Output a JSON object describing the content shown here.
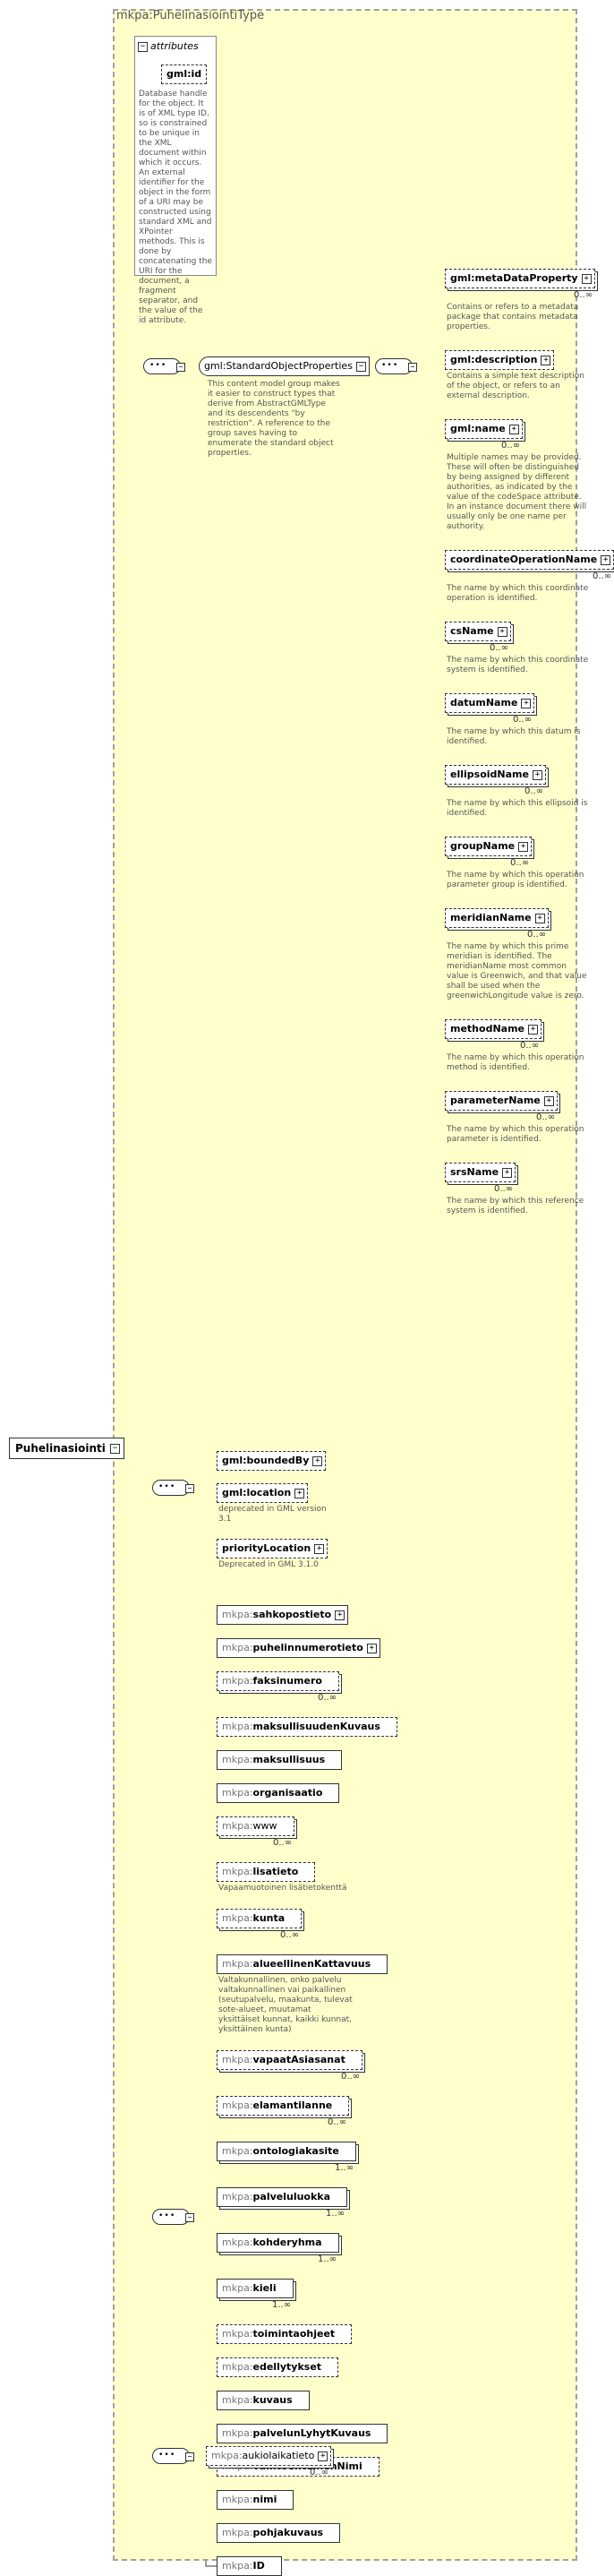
{
  "type_title": "mkpa:PuhelinasiointiType",
  "root_element": "Puhelinasiointi",
  "attributes": {
    "header": "attributes",
    "items": [
      {
        "name": "gml:id",
        "description": "Database handle for the object.  It is of XML type ID, so is constrained to be unique in the XML document within which it occurs.  An external identifier for the object in the form of a URI may be constructed using standard XML and XPointer methods.  This is done by concatenating the URI for the document, a fragment separator, and the value of the id attribute."
      }
    ]
  },
  "standard_group": {
    "name": "gml:StandardObjectProperties",
    "description": "This content model group makes it easier to construct types that derive from AbstractGMLType and its descendents \"by restriction\". A reference to the group saves having to enumerate the standard object properties.",
    "elements": [
      {
        "name": "gml:metaDataProperty",
        "card": "0..∞",
        "optional": true,
        "expand": true,
        "description": "Contains or refers to a metadata package that contains metadata properties."
      },
      {
        "name": "gml:description",
        "card": "",
        "optional": true,
        "expand": true,
        "description": "Contains a simple text description of the object, or refers to an external description."
      },
      {
        "name": "gml:name",
        "card": "0..∞",
        "optional": true,
        "expand": true,
        "description": "Multiple names may be provided.  These will often be distinguished by being assigned by different authorities, as indicated by the value of the codeSpace attribute.  In an instance document there will usually only be one name per authority."
      },
      {
        "name": "coordinateOperationName",
        "card": "0..∞",
        "optional": true,
        "expand": true,
        "description": "The name by which this coordinate operation is identified."
      },
      {
        "name": "csName",
        "card": "0..∞",
        "optional": true,
        "expand": true,
        "description": "The name by which this coordinate system is identified."
      },
      {
        "name": "datumName",
        "card": "0..∞",
        "optional": true,
        "expand": true,
        "description": "The name by which this datum is identified."
      },
      {
        "name": "ellipsoidName",
        "card": "0..∞",
        "optional": true,
        "expand": true,
        "description": "The name by which this ellipsoid is identified."
      },
      {
        "name": "groupName",
        "card": "0..∞",
        "optional": true,
        "expand": true,
        "description": "The name by which this operation parameter group is identified."
      },
      {
        "name": "meridianName",
        "card": "0..∞",
        "optional": true,
        "expand": true,
        "description": "The name by which this prime meridian is identified. The meridianName most common value is Greenwich, and that value shall be used when the greenwichLongitude value is zero."
      },
      {
        "name": "methodName",
        "card": "0..∞",
        "optional": true,
        "expand": true,
        "description": "The name by which this operation method is identified."
      },
      {
        "name": "parameterName",
        "card": "0..∞",
        "optional": true,
        "expand": true,
        "description": "The name by which this operation parameter is identified."
      },
      {
        "name": "srsName",
        "card": "0..∞",
        "optional": true,
        "expand": true,
        "description": "The name by which this reference system is identified."
      }
    ]
  },
  "second_seq": [
    {
      "name": "gml:boundedBy",
      "card": "",
      "optional": true,
      "expand": true,
      "description": ""
    },
    {
      "name": "gml:location",
      "card": "",
      "optional": true,
      "expand": true,
      "description": "deprecated in GML version 3.1"
    },
    {
      "name": "priorityLocation",
      "card": "",
      "optional": true,
      "expand": true,
      "description": "Deprecated in GML 3.1.0"
    }
  ],
  "mkpa_seq": [
    {
      "pfx": "mkpa:",
      "name": "sahkopostieto",
      "card": "",
      "optional": false,
      "bold": true,
      "expand": true,
      "description": ""
    },
    {
      "pfx": "mkpa:",
      "name": "puhelinnumerotieto",
      "card": "",
      "optional": false,
      "bold": true,
      "expand": true,
      "description": ""
    },
    {
      "pfx": "mkpa:",
      "name": "faksinumero",
      "card": "0..∞",
      "optional": true,
      "bold": true,
      "expand": false,
      "description": ""
    },
    {
      "pfx": "mkpa:",
      "name": "maksullisuudenKuvaus",
      "card": "",
      "optional": true,
      "bold": true,
      "expand": false,
      "description": ""
    },
    {
      "pfx": "mkpa:",
      "name": "maksullisuus",
      "card": "",
      "optional": false,
      "bold": true,
      "expand": false,
      "description": ""
    },
    {
      "pfx": "mkpa:",
      "name": "organisaatio",
      "card": "",
      "optional": false,
      "bold": true,
      "expand": false,
      "description": ""
    },
    {
      "pfx": "mkpa:",
      "name": "www",
      "card": "0..∞",
      "optional": true,
      "bold": false,
      "expand": false,
      "description": ""
    },
    {
      "pfx": "mkpa:",
      "name": "lisatieto",
      "card": "",
      "optional": true,
      "bold": true,
      "expand": false,
      "description": "Vapaamuotoinen lisätietokenttä"
    },
    {
      "pfx": "mkpa:",
      "name": "kunta",
      "card": "0..∞",
      "optional": true,
      "bold": true,
      "expand": false,
      "description": ""
    },
    {
      "pfx": "mkpa:",
      "name": "alueellinenKattavuus",
      "card": "",
      "optional": false,
      "bold": true,
      "expand": false,
      "description": "Valtakunnallinen, onko palvelu valtakunnallinen vai paikallinen (seutupalvelu, maakunta, tulevat sote-alueet, muutamat yksittäiset kunnat, kaikki kunnat, yksittäinen kunta)"
    },
    {
      "pfx": "mkpa:",
      "name": "vapaatAsiasanat",
      "card": "0..∞",
      "optional": true,
      "bold": true,
      "expand": false,
      "description": ""
    },
    {
      "pfx": "mkpa:",
      "name": "elamantilanne",
      "card": "0..∞",
      "optional": true,
      "bold": true,
      "expand": false,
      "description": ""
    },
    {
      "pfx": "mkpa:",
      "name": "ontologiakasite",
      "card": "1..∞",
      "optional": false,
      "bold": true,
      "expand": false,
      "description": ""
    },
    {
      "pfx": "mkpa:",
      "name": "palveluluokka",
      "card": "1..∞",
      "optional": false,
      "bold": true,
      "expand": false,
      "description": ""
    },
    {
      "pfx": "mkpa:",
      "name": "kohderyhma",
      "card": "1..∞",
      "optional": false,
      "bold": true,
      "expand": false,
      "description": ""
    },
    {
      "pfx": "mkpa:",
      "name": "kieli",
      "card": "1..∞",
      "optional": false,
      "bold": true,
      "expand": false,
      "description": ""
    },
    {
      "pfx": "mkpa:",
      "name": "toimintaohjeet",
      "card": "",
      "optional": true,
      "bold": true,
      "expand": false,
      "description": ""
    },
    {
      "pfx": "mkpa:",
      "name": "edellytykset",
      "card": "",
      "optional": true,
      "bold": true,
      "expand": false,
      "description": ""
    },
    {
      "pfx": "mkpa:",
      "name": "kuvaus",
      "card": "",
      "optional": false,
      "bold": true,
      "expand": false,
      "description": ""
    },
    {
      "pfx": "mkpa:",
      "name": "palvelunLyhytKuvaus",
      "card": "",
      "optional": false,
      "bold": true,
      "expand": false,
      "description": ""
    },
    {
      "pfx": "mkpa:",
      "name": "vaihtoehtoinenNimi",
      "card": "",
      "optional": true,
      "bold": true,
      "expand": false,
      "description": ""
    },
    {
      "pfx": "mkpa:",
      "name": "nimi",
      "card": "",
      "optional": false,
      "bold": true,
      "expand": false,
      "description": ""
    },
    {
      "pfx": "mkpa:",
      "name": "pohjakuvaus",
      "card": "",
      "optional": false,
      "bold": true,
      "expand": false,
      "description": ""
    },
    {
      "pfx": "mkpa:",
      "name": "ID",
      "card": "",
      "optional": false,
      "bold": true,
      "expand": false,
      "description": ""
    }
  ],
  "last_seq": [
    {
      "pfx": "mkpa:",
      "name": "aukiolaikatieto",
      "card": "0..∞",
      "optional": true,
      "bold": false,
      "expand": true,
      "description": ""
    }
  ]
}
